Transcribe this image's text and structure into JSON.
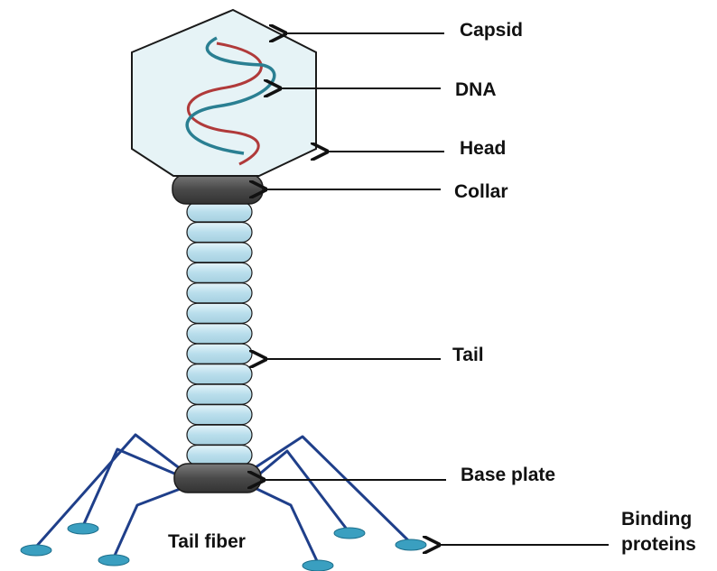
{
  "labels": {
    "capsid": "Capsid",
    "dna": "DNA",
    "head": "Head",
    "collar": "Collar",
    "tail": "Tail",
    "base_plate": "Base plate",
    "tail_fiber": "Tail fiber",
    "binding_line1": "Binding",
    "binding_line2": "proteins"
  },
  "colors": {
    "head_fill": "#e6f3f6",
    "outline": "#1a1a1a",
    "dna_teal": "#2a7f92",
    "dna_red": "#b03a3a",
    "collar_fill": "#555555",
    "tail_segment_fill": "#bfe2ef",
    "fiber": "#1f3f8a",
    "binding_protein": "#3a9fc0"
  },
  "parts": {
    "tail_segments": 13,
    "tail_fibers": 6
  }
}
